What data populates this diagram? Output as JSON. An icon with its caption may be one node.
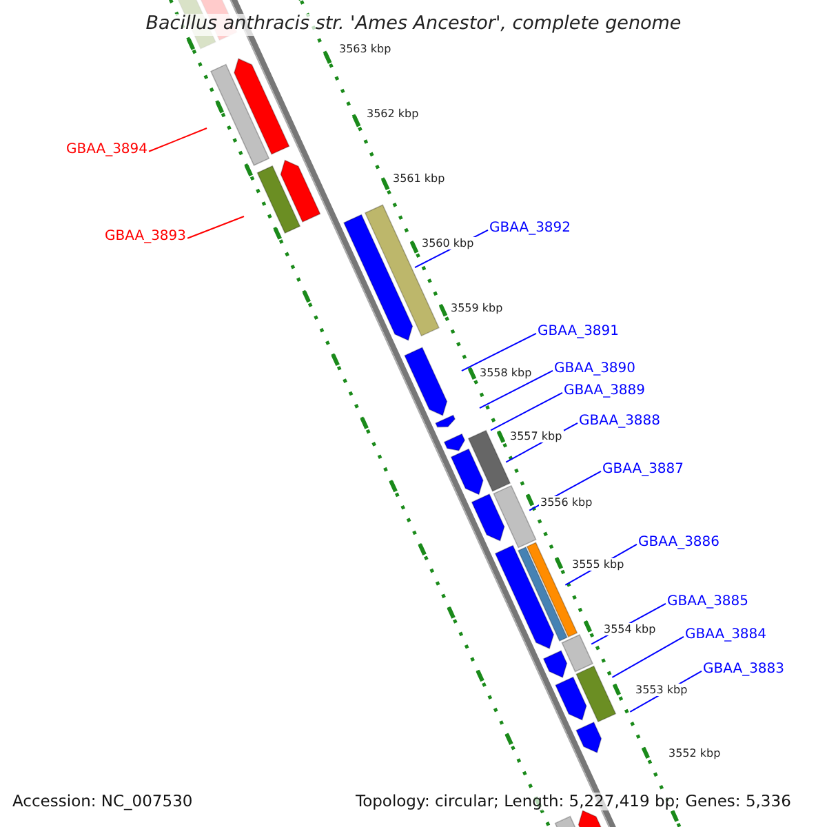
{
  "diagram": {
    "title": "Bacillus anthracis str. 'Ames Ancestor', complete genome",
    "nodes": [
      {
        "text": [
          "GBAA_3894"
        ]
      },
      {
        "text": [
          "GBAA_3893"
        ]
      },
      {
        "text": [
          "GBAA_3892"
        ]
      },
      {
        "text": [
          "GBAA_3891"
        ]
      },
      {
        "text": [
          "GBAA_3890"
        ]
      },
      {
        "text": [
          "GBAA_3889"
        ]
      },
      {
        "text": [
          "GBAA_3888"
        ]
      },
      {
        "text": [
          "GBAA_3887"
        ]
      },
      {
        "text": [
          "GBAA_3886"
        ]
      },
      {
        "text": [
          "GBAA_3885"
        ]
      },
      {
        "text": [
          "GBAA_3884"
        ]
      },
      {
        "text": [
          "GBAA_3883"
        ]
      }
    ],
    "edges": [
      {
        "from": 0,
        "to": null,
        "arrow": "none",
        "color": "#ff0000"
      },
      {
        "from": 1,
        "to": null,
        "arrow": "none",
        "color": "#ff0000"
      },
      {
        "from": 2,
        "to": null,
        "arrow": "none"
      },
      {
        "from": 3,
        "to": null,
        "arrow": "none"
      },
      {
        "from": 4,
        "to": null,
        "arrow": "none"
      },
      {
        "from": 5,
        "to": null,
        "arrow": "none"
      },
      {
        "from": 6,
        "to": null,
        "arrow": "none"
      },
      {
        "from": 7,
        "to": null,
        "arrow": "none"
      },
      {
        "from": 8,
        "to": null,
        "arrow": "none"
      },
      {
        "from": 9,
        "to": null,
        "arrow": "none"
      },
      {
        "from": 10,
        "to": null,
        "arrow": "none"
      },
      {
        "from": 11,
        "to": null,
        "arrow": "none"
      }
    ],
    "labels": [
      "3563 kbp",
      "3562 kbp",
      "3561 kbp",
      "3560 kbp",
      "3559 kbp",
      "3558 kbp",
      "3557 kbp",
      "3556 kbp",
      "3555 kbp",
      "3554 kbp",
      "3553 kbp",
      "3552 kbp",
      "Accession: NC_007530",
      "Topology: circular; Length: 5,227,419 bp; Genes: 5,336"
    ]
  }
}
